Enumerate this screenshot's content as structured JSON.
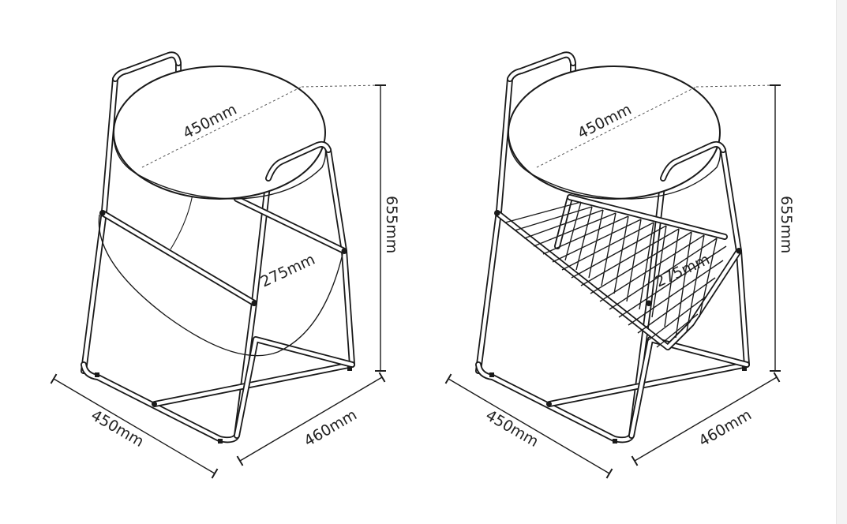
{
  "drawings": [
    {
      "variant": "fabric-sling",
      "top_diameter_label": "450mm",
      "sling_width_label": "275mm",
      "height_label": "655mm",
      "width_label": "450mm",
      "depth_label": "460mm"
    },
    {
      "variant": "wire-basket",
      "top_diameter_label": "450mm",
      "sling_width_label": "275mm",
      "height_label": "655mm",
      "width_label": "450mm",
      "depth_label": "460mm"
    }
  ],
  "colors": {
    "line": "#1a1a1a",
    "background": "#ffffff"
  }
}
